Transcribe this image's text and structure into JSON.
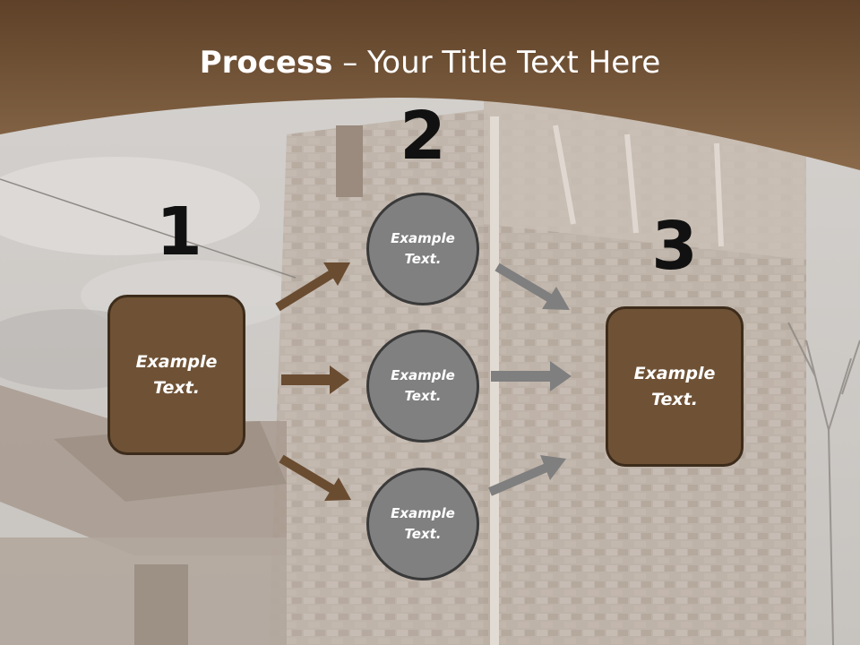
{
  "title": {
    "bold": "Process",
    "rest": " – Your Title Text Here"
  },
  "steps": [
    {
      "number": "1",
      "label": "Example\nText."
    },
    {
      "number": "2"
    },
    {
      "number": "3",
      "label": "Example\nText."
    }
  ],
  "circles": [
    {
      "label": "Example\nText."
    },
    {
      "label": "Example\nText."
    },
    {
      "label": "Example\nText."
    }
  ],
  "colors": {
    "header": "#7a5a3a",
    "box_fill": "#6f5236",
    "circle_fill": "#808080",
    "arrow_brown": "#6a4c31",
    "arrow_gray": "#7f7f7f"
  }
}
